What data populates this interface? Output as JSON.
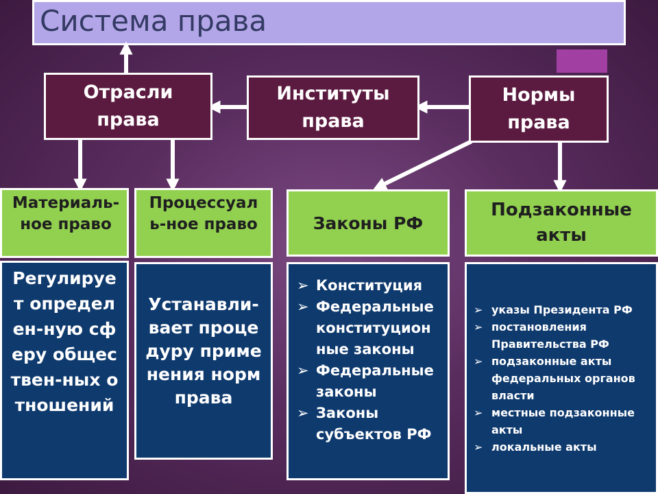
{
  "title": "Система права",
  "top_row": {
    "branches": "Отрасли права",
    "institutes": "Институты права",
    "norms": "Нормы права"
  },
  "green_row": {
    "material": "Материаль-ное право",
    "procedural": "Процессуаль-ное право",
    "laws": "Законы РФ",
    "bylaws": "Подзаконные акты"
  },
  "navy_row": {
    "material_text": "Регулирует определен-ную сферу обществен-ных отношений",
    "procedural_text": "Устанавли-вает процедуру применения норм права",
    "laws_list": [
      "Конституция",
      "Федеральные конституционные законы",
      "Федеральные законы",
      "Законы субъектов РФ"
    ],
    "bylaws_list": [
      "указы Президента РФ",
      "постановления Правительства РФ",
      "подзаконные акты федеральных органов власти",
      "местные подзаконные акты",
      "локальные акты"
    ]
  },
  "colors": {
    "background": "#5a2d5f",
    "title_bar": "#b3a6e8",
    "dark_box": "#5b1a3f",
    "green_box": "#92d050",
    "navy_box": "#0f3a6e",
    "accent": "#a23fa3"
  },
  "icons": {
    "bullet": "chevron-check-icon"
  }
}
